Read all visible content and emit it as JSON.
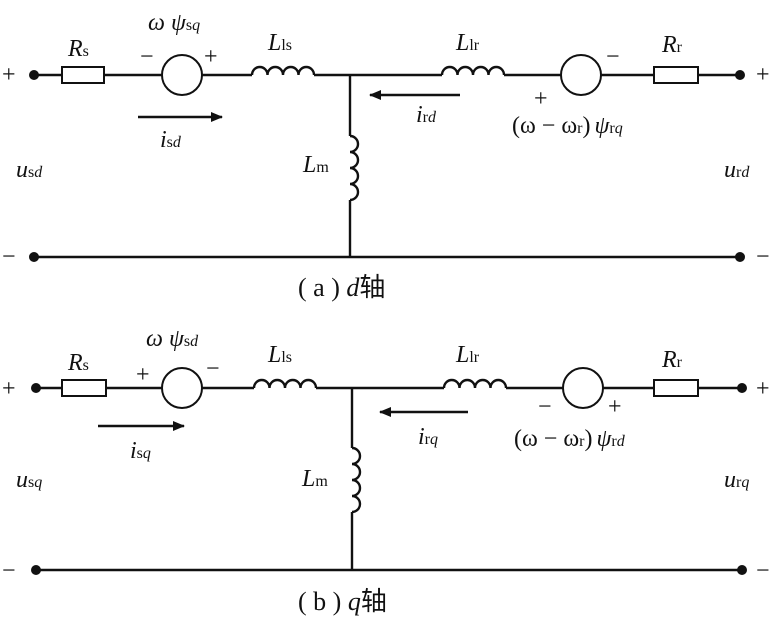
{
  "circuits": [
    {
      "caption": {
        "open": "( a ) ",
        "axis": "d",
        "suffix": "轴"
      },
      "Rs": {
        "main": "R",
        "sub": "s"
      },
      "source_s": {
        "omega": "ω",
        "psi": "ψ",
        "sub_a": "s",
        "sub_b": "q",
        "left_sign": "−",
        "right_sign": "+"
      },
      "Lls": {
        "main": "L",
        "sub": "ls"
      },
      "Llr": {
        "main": "L",
        "sub": "lr"
      },
      "source_r": {
        "left_sign": "+",
        "right_sign": "−",
        "expr_open": "(ω − ω",
        "expr_r": "r",
        "expr_close": ")",
        "psi": "ψ",
        "sub_a": "r",
        "sub_b": "q"
      },
      "Rr": {
        "main": "R",
        "sub": "r"
      },
      "Lm": {
        "main": "L",
        "sub": "m"
      },
      "is": {
        "main": "i",
        "sub_a": "s",
        "sub_b": "d"
      },
      "ir": {
        "main": "i",
        "sub_a": "r",
        "sub_b": "d"
      },
      "us": {
        "main": "u",
        "sub_a": "s",
        "sub_b": "d"
      },
      "ur": {
        "main": "u",
        "sub_a": "r",
        "sub_b": "d"
      },
      "terminals": {
        "top_left": "+",
        "bottom_left": "−",
        "top_right": "+",
        "bottom_right": "−"
      }
    },
    {
      "caption": {
        "open": "( b ) ",
        "axis": "q",
        "suffix": "轴"
      },
      "Rs": {
        "main": "R",
        "sub": "s"
      },
      "source_s": {
        "omega": "ω",
        "psi": "ψ",
        "sub_a": "s",
        "sub_b": "d",
        "left_sign": "+",
        "right_sign": "−"
      },
      "Lls": {
        "main": "L",
        "sub": "ls"
      },
      "Llr": {
        "main": "L",
        "sub": "lr"
      },
      "source_r": {
        "left_sign": "−",
        "right_sign": "+",
        "expr_open": "(ω − ω",
        "expr_r": "r",
        "expr_close": ")",
        "psi": "ψ",
        "sub_a": "r",
        "sub_b": "d"
      },
      "Rr": {
        "main": "R",
        "sub": "r"
      },
      "Lm": {
        "main": "L",
        "sub": "m"
      },
      "is": {
        "main": "i",
        "sub_a": "s",
        "sub_b": "q"
      },
      "ir": {
        "main": "i",
        "sub_a": "r",
        "sub_b": "q"
      },
      "us": {
        "main": "u",
        "sub_a": "s",
        "sub_b": "q"
      },
      "ur": {
        "main": "u",
        "sub_a": "r",
        "sub_b": "q"
      },
      "terminals": {
        "top_left": "+",
        "bottom_left": "−",
        "top_right": "+",
        "bottom_right": "−"
      }
    }
  ]
}
